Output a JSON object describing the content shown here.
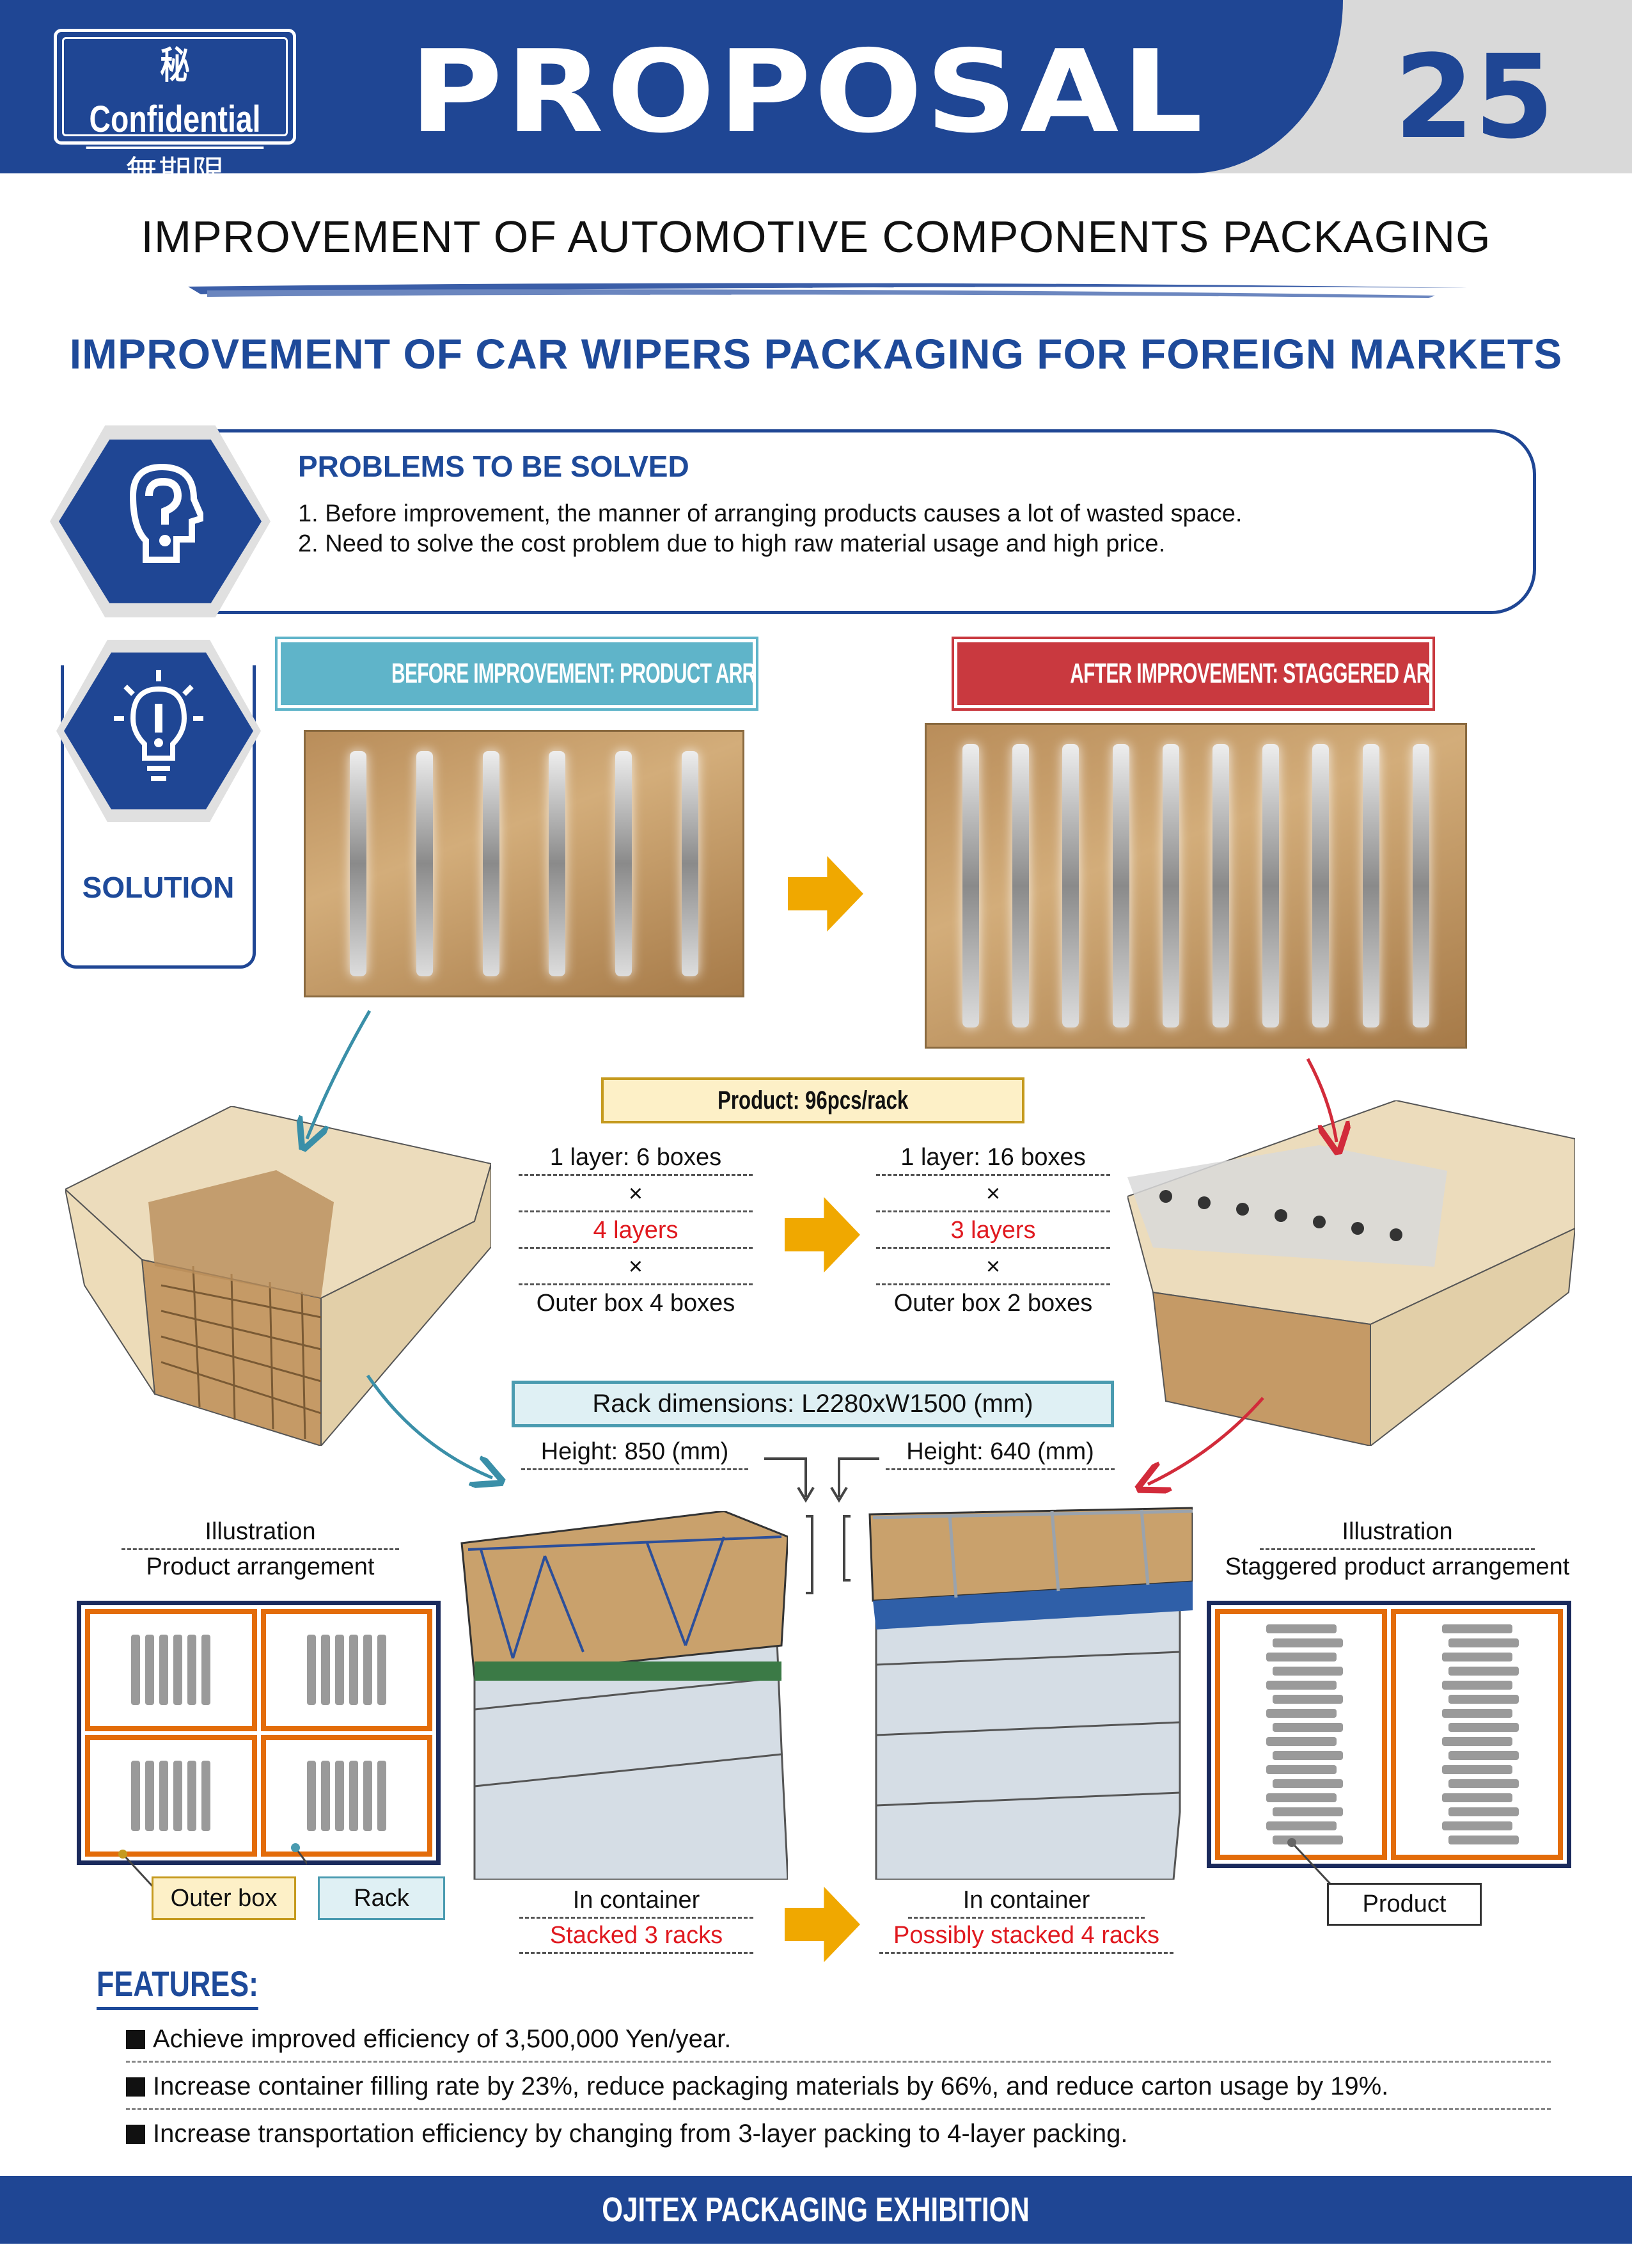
{
  "header": {
    "confidential_line1": "秘 Confidential",
    "confidential_line2": "無期限",
    "title": "PROPOSAL",
    "number": "25"
  },
  "main_title": "IMPROVEMENT OF AUTOMOTIVE COMPONENTS PACKAGING",
  "subtitle": "IMPROVEMENT OF CAR WIPERS PACKAGING FOR FOREIGN MARKETS",
  "problems": {
    "heading": "PROBLEMS TO BE SOLVED",
    "items": [
      "1. Before improvement, the manner of arranging products causes a lot of wasted space.",
      "2. Need to solve the cost problem due to high raw material usage and high price."
    ]
  },
  "solution": {
    "label": "SOLUTION",
    "before_label": "BEFORE IMPROVEMENT: PRODUCT ARRANGEMENT",
    "after_label": "AFTER IMPROVEMENT: STAGGERED ARRANGEMENT",
    "product_label": "Product: 96pcs/rack",
    "before_list": [
      "1 layer: 6 boxes",
      "×",
      "4 layers",
      "×",
      "Outer box 4 boxes"
    ],
    "after_list": [
      "1 layer: 16 boxes",
      "×",
      "3 layers",
      "×",
      "Outer box 2 boxes"
    ],
    "rack_dimensions": "Rack dimensions: L2280xW1500 (mm)",
    "height_before": "Height: 850 (mm)",
    "height_after": "Height: 640 (mm)",
    "illustration_left": [
      "Illustration",
      "Product arrangement"
    ],
    "illustration_right": [
      "Illustration",
      "Staggered product arrangement"
    ],
    "tag_outer_box": "Outer box",
    "tag_rack": "Rack",
    "tag_product": "Product",
    "container_before": [
      "In container",
      "Stacked 3 racks"
    ],
    "container_after": [
      "In container",
      "Possibly stacked 4 racks"
    ]
  },
  "features": {
    "heading": "FEATURES:",
    "items": [
      "Achieve improved efficiency of 3,500,000 Yen/year.",
      "Increase container filling rate by 23%, reduce packaging materials by 66%, and reduce carton usage by 19%.",
      "Increase transportation efficiency by changing from 3-layer packing to 4-layer packing."
    ]
  },
  "footer": "OJITEX PACKAGING EXHIBITION",
  "colors": {
    "brand_blue": "#1f4694",
    "arrow": "#f0a800",
    "red": "#e0191f",
    "teal": "#5fb4c9",
    "after_red": "#c9393f"
  }
}
